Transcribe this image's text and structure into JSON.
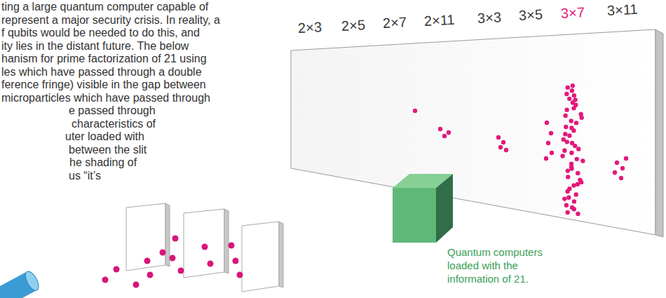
{
  "diagram": {
    "labels": [
      "ting a large quantum computer capable of",
      "represent a major security crisis. In reality, a",
      "f qubits would be needed to do this, and",
      "ity lies in the distant future.   The below",
      "hanism for prime factorization of 21 using",
      "les which have passed through a double",
      "ference fringe) visible in the gap between",
      "microparticles which have passed through",
      "e passed through",
      "characteristics of",
      "uter loaded with",
      "between the slit",
      "he shading of",
      "us “it’s",
      "2×3",
      "2×5",
      "2×7",
      "2×11",
      "3×3",
      "3×5",
      "3×7",
      "3×11",
      "Quantum computers loaded with the information of 21."
    ]
  }
}
